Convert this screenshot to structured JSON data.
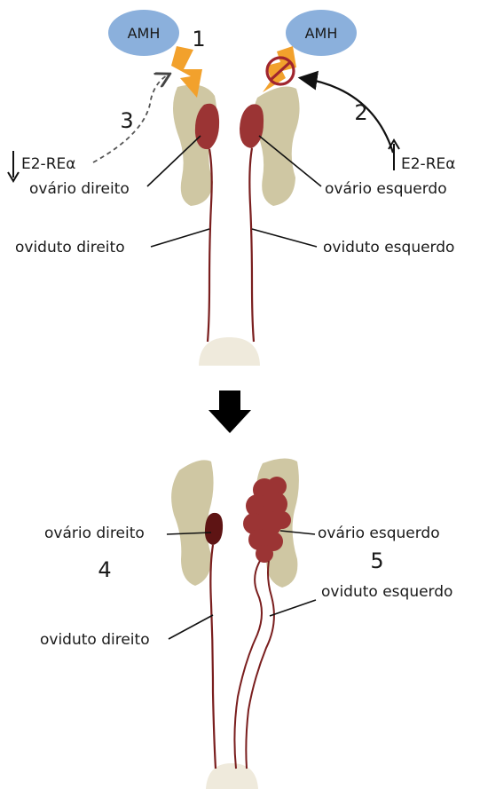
{
  "top": {
    "amh_left": "AMH",
    "amh_right": "AMH",
    "step_1": "1",
    "step_2": "2",
    "step_3": "3",
    "e2_left": "E2-REα",
    "e2_right": "E2-REα",
    "label_ovary_right": "ovário direito",
    "label_ovary_left": "ovário esquerdo",
    "label_oviduct_right": "oviduto direito",
    "label_oviduct_left": "oviduto esquerdo"
  },
  "bottom": {
    "label_ovary_right": "ovário direito",
    "label_ovary_left": "ovário esquerdo",
    "label_oviduct_right": "oviduto direito",
    "label_oviduct_left": "oviduto esquerdo",
    "step_4": "4",
    "step_5": "5"
  },
  "colors": {
    "mesonephros": "#cfc7a3",
    "ovary": "#9b3434",
    "ovary_small": "#5e1414",
    "oviduct": "#7a1e1e",
    "amh_bubble": "#8bb0dc",
    "lightning": "#f2a12c",
    "inhibit": "#a0252e",
    "cloaca": "#efeadc"
  }
}
